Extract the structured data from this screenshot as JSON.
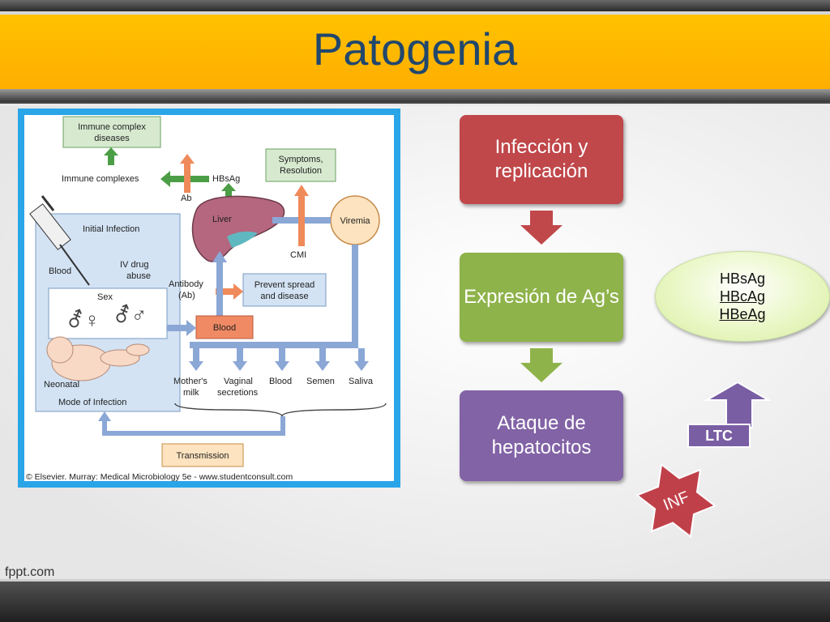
{
  "slide": {
    "title": "Patogenia",
    "footer": "fppt.com"
  },
  "figure": {
    "labels": {
      "immune_complex_diseases_1": "Immune complex",
      "immune_complex_diseases_2": "diseases",
      "immune_complexes": "Immune complexes",
      "hbsag": "HBsAg",
      "ab": "Ab",
      "symptoms_1": "Symptoms,",
      "symptoms_2": "Resolution",
      "liver": "Liver",
      "viremia": "Viremia",
      "cmi": "CMI",
      "initial_infection": "Initial Infection",
      "blood_left": "Blood",
      "iv_drug_1": "IV drug",
      "iv_drug_2": "abuse",
      "antibody_1": "Antibody",
      "antibody_2": "(Ab)",
      "prevent_1": "Prevent spread",
      "prevent_2": "and disease",
      "sex": "Sex",
      "blood_box": "Blood",
      "neonatal": "Neonatal",
      "mode_of_infection": "Mode of Infection",
      "mothers_1": "Mother's",
      "mothers_2": "milk",
      "vaginal_1": "Vaginal",
      "vaginal_2": "secretions",
      "blood_bottom": "Blood",
      "semen": "Semen",
      "saliva": "Saliva",
      "transmission": "Transmission",
      "copyright": "© Elsevier. Murray: Medical Microbiology 5e - www.studentconsult.com"
    }
  },
  "flow": {
    "steps": [
      "Infección y replicación",
      "Expresión de Ag’s",
      "Ataque de hepatocitos"
    ],
    "step_colors": [
      "#c0474a",
      "#8fb34b",
      "#8263a6"
    ]
  },
  "antigens": [
    "HBsAg",
    "HBcAg",
    "HBeAg"
  ],
  "ltc_label": "LTC",
  "inf_label": "INF"
}
